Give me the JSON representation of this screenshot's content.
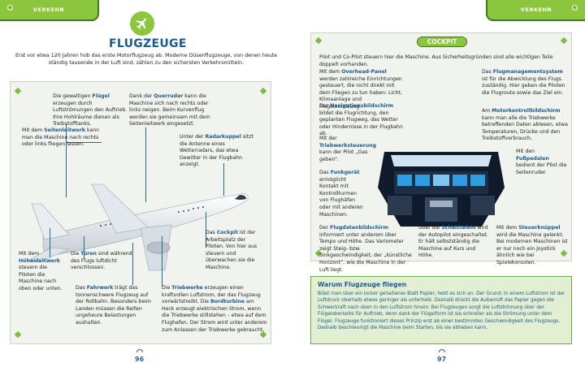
{
  "left_page": {
    "ribbon_label": "VERKEHR",
    "title": "FLUGZEUGE",
    "intro": "Erst vor etwa 120 Jahren hob das erste Motorflugzeug ab. Moderne Düsenflugzeuge, von denen heute ständig tausende in der Luft sind, zählen zu den sichersten Verkehrsmitteln.",
    "page_number": "96",
    "annotations": {
      "fluegel": {
        "pre": "Die gewaltigen ",
        "kw": "Flügel",
        "post": " erzeugen durch Luftströmungen den Auftrieb. Ihre Hohlräume dienen als Treibstofftanks."
      },
      "querruder": {
        "pre": "Dank der ",
        "kw": "Querruder",
        "post": " kann die Maschine sich nach rechts oder links neigen. Beim Kurvenflug werden sie gemeinsam mit dem Seitenleitwerk eingesetzt."
      },
      "seitenleitwerk": {
        "pre": "Mit dem ",
        "kw": "Seitenleitwerk",
        "post": " kann man die Maschine nach rechts oder links fliegen lassen."
      },
      "radarkuppel": {
        "pre": "Unter der ",
        "kw": "Radarkuppel",
        "post": " sitzt die Antenne eines Wetterradars, das etwa Gewitter in der Flugbahn anzeigt."
      },
      "cockpit": {
        "pre": "Das ",
        "kw": "Cockpit",
        "post": " ist der Arbeitsplatz der Piloten. Von hier aus steuern und überwachen sie die Maschine."
      },
      "hoehenleitwerk": {
        "pre": "Mit dem ",
        "kw": "Höhenleitwerk",
        "post": " steuern die Piloten die Maschine nach oben oder unten."
      },
      "tueren": {
        "pre": "Die ",
        "kw": "Türen",
        "post": " sind während des Flugs luftdicht verschlossen."
      },
      "fahrwerk": {
        "pre": "Das ",
        "kw": "Fahrwerk",
        "post": " trägt das tonnenschwere Flugzeug auf der Rollbahn. Besonders beim Landen müssen die Reifen ungeheure Belastungen aushalten."
      },
      "triebwerke": {
        "pre": "Die ",
        "kw": "Triebwerke",
        "post": " erzeugen einen kraftvollen Luftstrom, der das Flugzeug vorwärtstreibt. Die "
      },
      "bordturbine": {
        "kw": "Bordturbine",
        "post": " am Heck erzeugt elektrischen Strom, wenn die Triebwerke stillstehen – etwa auf dem Flughafen. Der Strom wird unter anderem zum Anlassen der Triebwerke gebraucht."
      }
    }
  },
  "right_page": {
    "ribbon_label": "VERKEHR",
    "cockpit_title": "COCKPIT",
    "intro": "Pilot und Co-Pilot steuern hier die Maschine. Aus Sicherheitsgründen sind alle wichtigen Teile doppelt vorhanden.",
    "page_number": "97",
    "annotations": {
      "overhead": {
        "pre": "Mit dem ",
        "kw": "Overhead-Panel",
        "post": " werden zahlreiche Einrichtungen gesteuert, die nicht direkt mit dem Fliegen zu tun haben: Licht, Klimaanlage und Flugelenteisung."
      },
      "flugmanagement": {
        "pre": "Das ",
        "kw": "Flugmanagementsystem",
        "post": " ist für die Abwicklung des Flugs zuständig. Hier geben die Piloten die Flugroute sowie das Ziel ein."
      },
      "navigation": {
        "pre": "Der ",
        "kw": "Navigationsbildschirm",
        "post": " bildet die Flugrichtung, den geplanten Flugweg, das Wetter oder Hindernisse in der Flugbahn ab."
      },
      "motorkontroll": {
        "pre": "Am ",
        "kw": "Motorkontrollbildschirm",
        "post": " kann man alle die Triebwerke betreffenden Daten ablesen, etwa Temperaturen, Drücke und den Treibstoffverbrauch."
      },
      "triebwerk": {
        "pre": "Mit der ",
        "kw": "Triebwerksteuerung",
        "post": " kann der Pilot „Gas geben“."
      },
      "fusspedale": {
        "pre": "Mit den ",
        "kw": "Fußpedalen",
        "post": " bedient der Pilot die Seitenruder."
      },
      "funkgeraet": {
        "pre": "Das ",
        "kw": "Funkgerät",
        "post": " ermöglicht Kontakt mit Kontrollturmen von Flughäfen oder mit anderen Maschinen."
      },
      "flugdaten": {
        "pre": "Der ",
        "kw": "Flugdatenbildschirm",
        "post": " informiert unter anderem über Tempo und Höhe. Das Variometer zeigt Steig- bzw. Sinkgeschwindigkeit, der „künstliche Horizont“, wie die Maschine in der Luft liegt."
      },
      "schalttafeln": {
        "pre": "Über die ",
        "kw": "Schalttafeln",
        "post": " wird der Autopilot eingeschaltet. Er hält selbstständig die Maschine auf Kurs und Höhe."
      },
      "steuerknueppel": {
        "pre": "Mit dem ",
        "kw": "Steuerknüppel",
        "post": " wird die Maschine gelenkt. Bei modernen Maschinen ist er nur noch ein Joystick ähnlich wie bei Spielekonsolen."
      }
    },
    "infobox": {
      "title": "Warum Flugzeuge fliegen",
      "text": "Bläst man über ein locker gehaltenes Blatt Papier, hebt es sich an. Der Grund: In einem Luftstrom ist der Luftdruck oberhalb etwas geringer als unterhalb. Deshalb drückt die Außenluft das Papier gegen die Schwerkraft nach oben in den Luftstrom hinein. Bei Flugzeugen sorgt die Luftströmung über der Flügeloberseite für Auftrieb, denn dank der Flügelform ist sie schneller als die Strömung unter dem Flügel. Flugzeuge funktioniert dieses Prinzip erst ab einer bestimmten Geschwindigkeit des Flugzeugs. Deshalb beschleunigt die Maschine beim Starten, bis sie abheben kann."
    }
  }
}
